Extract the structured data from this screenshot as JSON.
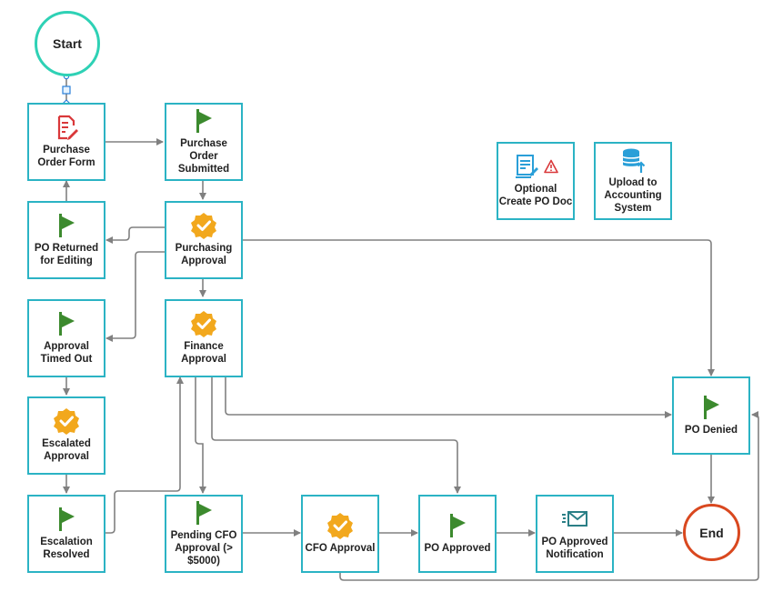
{
  "start_label": "Start",
  "end_label": "End",
  "nodes": {
    "purchase_order_form": "Purchase\nOrder Form",
    "po_submitted": "Purchase\nOrder\nSubmitted",
    "po_returned": "PO Returned\nfor Editing",
    "purchasing_approval": "Purchasing\nApproval",
    "approval_timed_out": "Approval\nTimed Out",
    "finance_approval": "Finance\nApproval",
    "escalated_approval": "Escalated\nApproval",
    "escalation_resolved": "Escalation\nResolved",
    "pending_cfo": "Pending CFO\nApproval (>\n$5000)",
    "cfo_approval": "CFO Approval",
    "po_approved": "PO Approved",
    "po_approved_notification": "PO Approved\nNotification",
    "po_denied": "PO Denied",
    "optional_create_po_doc": "Optional\nCreate PO Doc",
    "upload_accounting": "Upload to\nAccounting\nSystem"
  },
  "colors": {
    "node_border": "#2bb3c4",
    "start_border": "#2ed1b5",
    "end_border": "#d9481f",
    "flag": "#3c8a2e",
    "badge": "#f2a81d",
    "connector": "#808080",
    "form_icon": "#d9383a",
    "doc_icon": "#2a9fd8",
    "database_icon": "#2a9fd8",
    "mail_icon": "#2a7f86"
  },
  "icons": {
    "purchase_order_form": "document-edit-icon",
    "po_submitted": "flag-icon",
    "po_returned": "flag-icon",
    "purchasing_approval": "verified-badge-icon",
    "approval_timed_out": "flag-icon",
    "finance_approval": "verified-badge-icon",
    "escalated_approval": "verified-badge-icon",
    "escalation_resolved": "flag-icon",
    "pending_cfo": "flag-icon",
    "cfo_approval": "verified-badge-icon",
    "po_approved": "flag-icon",
    "po_approved_notification": "email-send-icon",
    "po_denied": "flag-icon",
    "optional_create_po_doc": "document-pen-icon",
    "upload_accounting": "database-upload-icon"
  }
}
